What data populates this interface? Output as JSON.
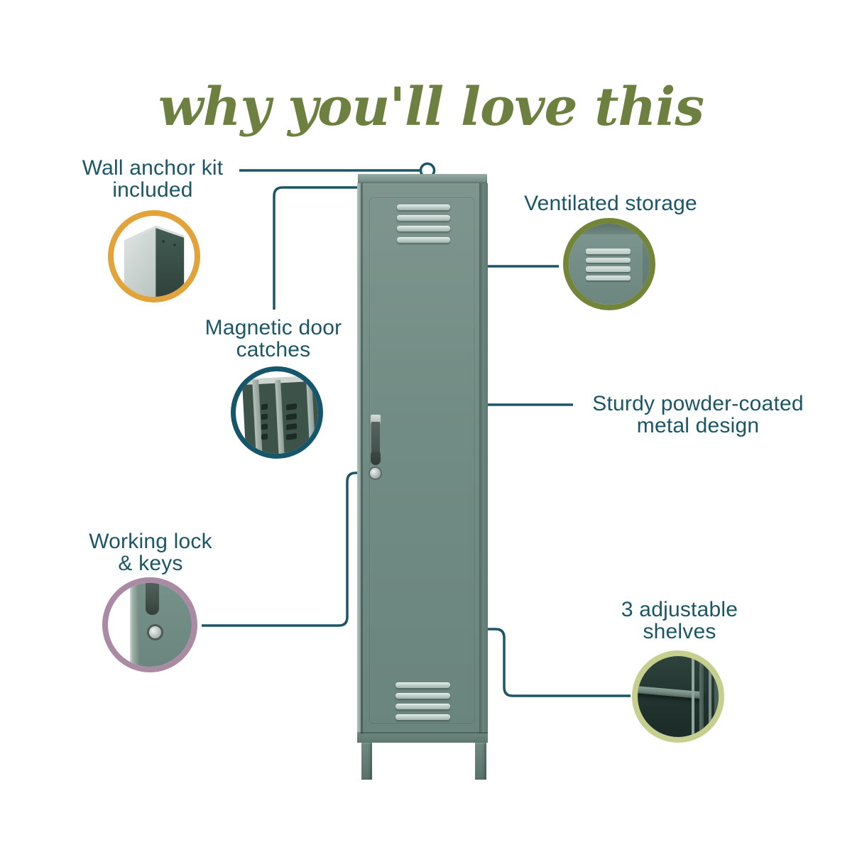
{
  "title": "why you'll love this",
  "callouts": {
    "wall_anchor": {
      "line1": "Wall anchor kit",
      "line2": "included",
      "photo": "locker-back-corner-photo",
      "ring_color": "#e2a33b"
    },
    "ventilated": {
      "line1": "Ventilated storage",
      "photo": "vent-slats-photo",
      "ring_color": "#728539"
    },
    "magnetic": {
      "line1": "Magnetic door",
      "line2": "catches",
      "photo": "open-door-catches-photo",
      "ring_color": "#15566b"
    },
    "sturdy": {
      "line1": "Sturdy powder-coated",
      "line2": "metal design",
      "ring_color": "#1b5666"
    },
    "lock": {
      "line1": "Working lock",
      "line2": "& keys",
      "photo": "lock-and-handle-photo",
      "ring_color": "#ab8aa3"
    },
    "shelves": {
      "line1": "3 adjustable",
      "line2": "shelves",
      "photo": "interior-shelf-photo",
      "ring_color": "#c6cf8d"
    }
  },
  "colors": {
    "title_green": "#6e8040",
    "callout_teal": "#1b5666",
    "locker_body_green": "#6f8b83",
    "background": "#ffffff"
  },
  "product": {
    "name": "single metal locker",
    "feature_count": 6
  }
}
